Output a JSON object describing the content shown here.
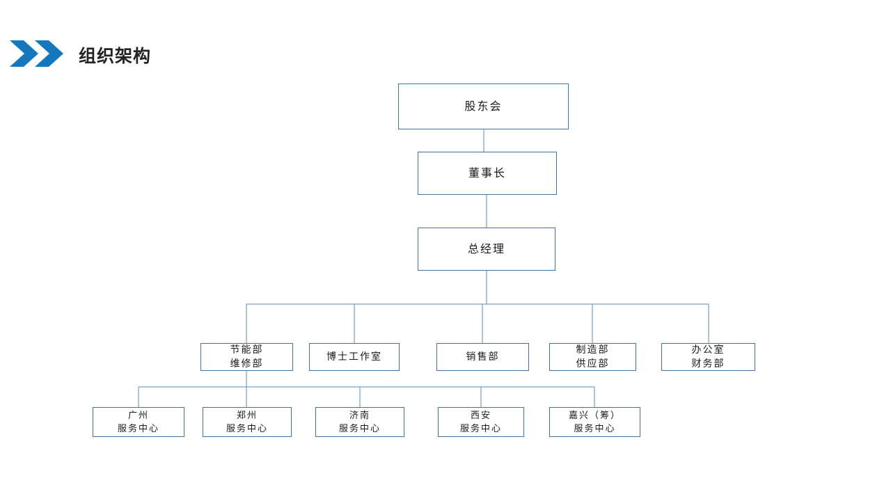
{
  "header": {
    "title": "组织架构",
    "chevron_icon": "double-chevron-right-icon",
    "accent_color": "#1378be",
    "title_color": "#232323"
  },
  "theme": {
    "box_border_color": "#41719c",
    "connector_color": "#5b8bb5",
    "background": "#ffffff"
  },
  "chart_data": {
    "type": "diagram",
    "title": "组织架构",
    "orientation": "top-down",
    "levels": [
      {
        "name": "shareholders",
        "nodes": [
          {
            "id": "shareholders",
            "lines": [
              "股东会"
            ]
          }
        ]
      },
      {
        "name": "chairman",
        "nodes": [
          {
            "id": "chairman",
            "lines": [
              "董事长"
            ]
          }
        ]
      },
      {
        "name": "general-manager",
        "nodes": [
          {
            "id": "gm",
            "lines": [
              "总经理"
            ]
          }
        ]
      },
      {
        "name": "departments",
        "nodes": [
          {
            "id": "dept-0",
            "lines": [
              "节能部",
              "维修部"
            ]
          },
          {
            "id": "dept-1",
            "lines": [
              "博士工作室"
            ]
          },
          {
            "id": "dept-2",
            "lines": [
              "销售部"
            ]
          },
          {
            "id": "dept-3",
            "lines": [
              "制造部",
              "供应部"
            ]
          },
          {
            "id": "dept-4",
            "lines": [
              "办公室",
              "财务部"
            ]
          }
        ]
      },
      {
        "name": "service-centers",
        "nodes": [
          {
            "id": "center-0",
            "lines": [
              "广州",
              "服务中心"
            ]
          },
          {
            "id": "center-1",
            "lines": [
              "郑州",
              "服务中心"
            ]
          },
          {
            "id": "center-2",
            "lines": [
              "济南",
              "服务中心"
            ]
          },
          {
            "id": "center-3",
            "lines": [
              "西安",
              "服务中心"
            ]
          },
          {
            "id": "center-4",
            "lines": [
              "嘉兴（筹）",
              "服务中心"
            ]
          }
        ]
      }
    ],
    "edges": [
      {
        "from": "shareholders",
        "to": "chairman"
      },
      {
        "from": "chairman",
        "to": "gm"
      },
      {
        "from": "gm",
        "to": "dept-0"
      },
      {
        "from": "gm",
        "to": "dept-1"
      },
      {
        "from": "gm",
        "to": "dept-2"
      },
      {
        "from": "gm",
        "to": "dept-3"
      },
      {
        "from": "gm",
        "to": "dept-4"
      },
      {
        "from": "dept-0",
        "to": "center-0"
      },
      {
        "from": "dept-0",
        "to": "center-1"
      },
      {
        "from": "dept-0",
        "to": "center-2"
      },
      {
        "from": "dept-0",
        "to": "center-3"
      },
      {
        "from": "dept-0",
        "to": "center-4"
      }
    ]
  }
}
